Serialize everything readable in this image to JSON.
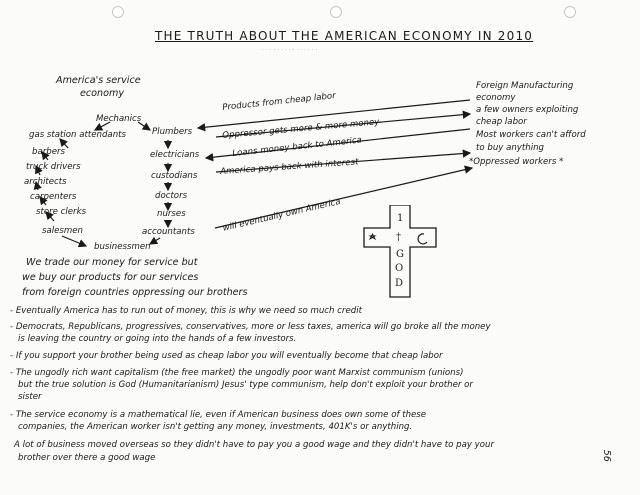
{
  "title": "THE TRUTH ABOUT THE AMERICAN ECONOMY IN 2010",
  "faint_header": "· · · · · · · · · · · · · · ·",
  "left_heading": {
    "line1": "America's service",
    "line2": "economy"
  },
  "occupations_left": [
    "gas station attendants",
    "barbers",
    "truck drivers",
    "architects",
    "carpenters",
    "store clerks",
    "salesmen"
  ],
  "occupations_top": "Mechanics",
  "occupations_right": [
    "Plumbers",
    "electricians",
    "custodians",
    "doctors",
    "nurses",
    "accountants"
  ],
  "occupations_bottom": "businessmen",
  "arrows": {
    "products": "Products from cheap labor",
    "oppressor": "Oppressor gets more & more money",
    "loans": "Loans money back to America",
    "pays": "America pays back with interest",
    "owns": "will eventually own America"
  },
  "right_block": {
    "heading_line1": "Foreign Manufacturing",
    "heading_line2": "economy",
    "lines": [
      "a few owners exploiting",
      "cheap labor",
      "Most workers can't afford",
      "to buy anything"
    ],
    "oppressed": "*Oppressed workers *"
  },
  "cross": {
    "top": "1",
    "middle": "†",
    "bottom_letters": [
      "G",
      "O",
      "D"
    ]
  },
  "trade_note": [
    "We trade our money for service but",
    "we buy our products for our services",
    "from foreign countries oppressing our brothers"
  ],
  "bullets": [
    "- Eventually America has to run out of money, this is why we need so much credit",
    "- Democrats, Republicans, progressives, conservatives, more or less taxes, america will go broke all the money",
    "   is leaving the country or going into the hands of a few investors.",
    "- If you support your brother being used as cheap labor you will eventually become that cheap labor",
    "- The ungodly rich want capitalism (the free market) the ungodly poor want Marxist communism (unions)",
    "   but the true solution is God (Humanitarianism) Jesus' type communism, help don't exploit your brother or",
    "   sister",
    "- The service economy is a mathematical lie, even if American business does own some of these",
    "   companies, the American worker isn't getting any money, investments, 401K's or anything.",
    "A lot of business moved overseas so they didn't have to pay you a good wage and they didn't have to pay your",
    "brother over there a good wage"
  ],
  "page_number": "56"
}
